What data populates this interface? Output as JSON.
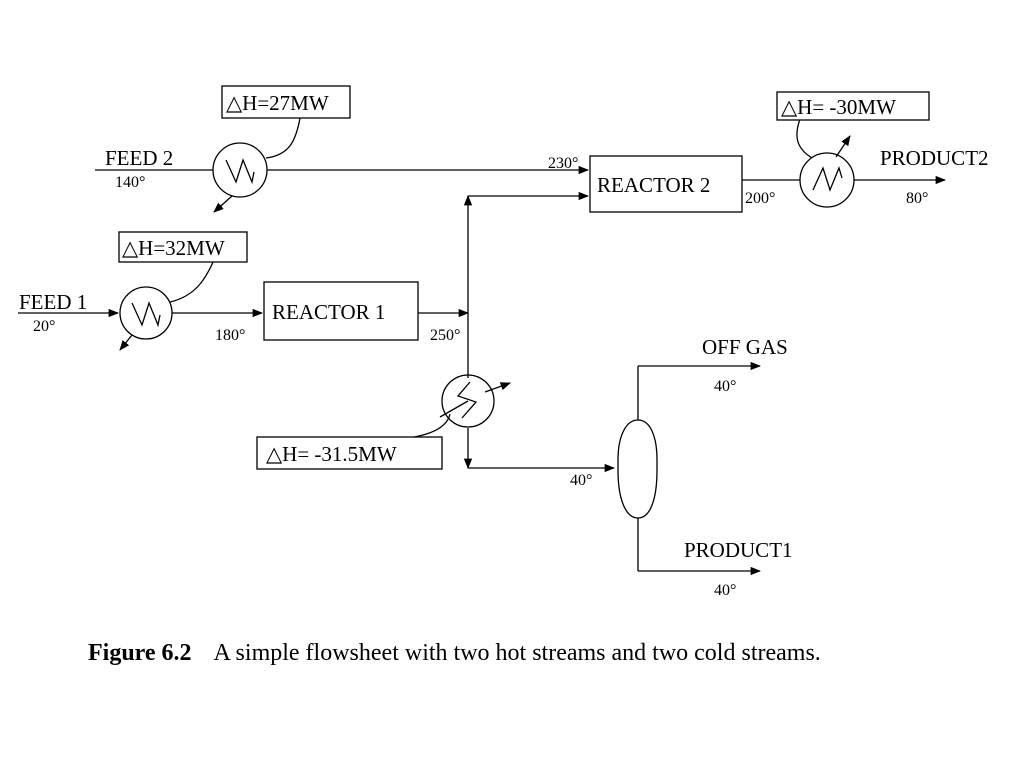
{
  "streams": {
    "feed1": {
      "label": "FEED 1",
      "temp": "20°"
    },
    "feed2": {
      "label": "FEED 2",
      "temp": "140°"
    },
    "product1": {
      "label": "PRODUCT1",
      "temp": "40°"
    },
    "product2": {
      "label": "PRODUCT2",
      "temp": "80°"
    },
    "offgas": {
      "label": "OFF GAS",
      "temp": "40°"
    }
  },
  "units": {
    "reactor1": "REACTOR 1",
    "reactor2": "REACTOR 2"
  },
  "exchangers": {
    "hx_feed2": "△H=27MW",
    "hx_feed1": "△H=32MW",
    "hx_product2": "△H= -30MW",
    "hx_cooler": "△H= -31.5MW"
  },
  "temperatures": {
    "after_feed1_heater": "180°",
    "reactor1_out": "250°",
    "reactor2_in": "230°",
    "reactor2_out": "200°",
    "separator_in": "40°"
  },
  "caption": {
    "figure": "Figure 6.2",
    "text": "A simple flowsheet with two hot streams and two cold streams."
  }
}
